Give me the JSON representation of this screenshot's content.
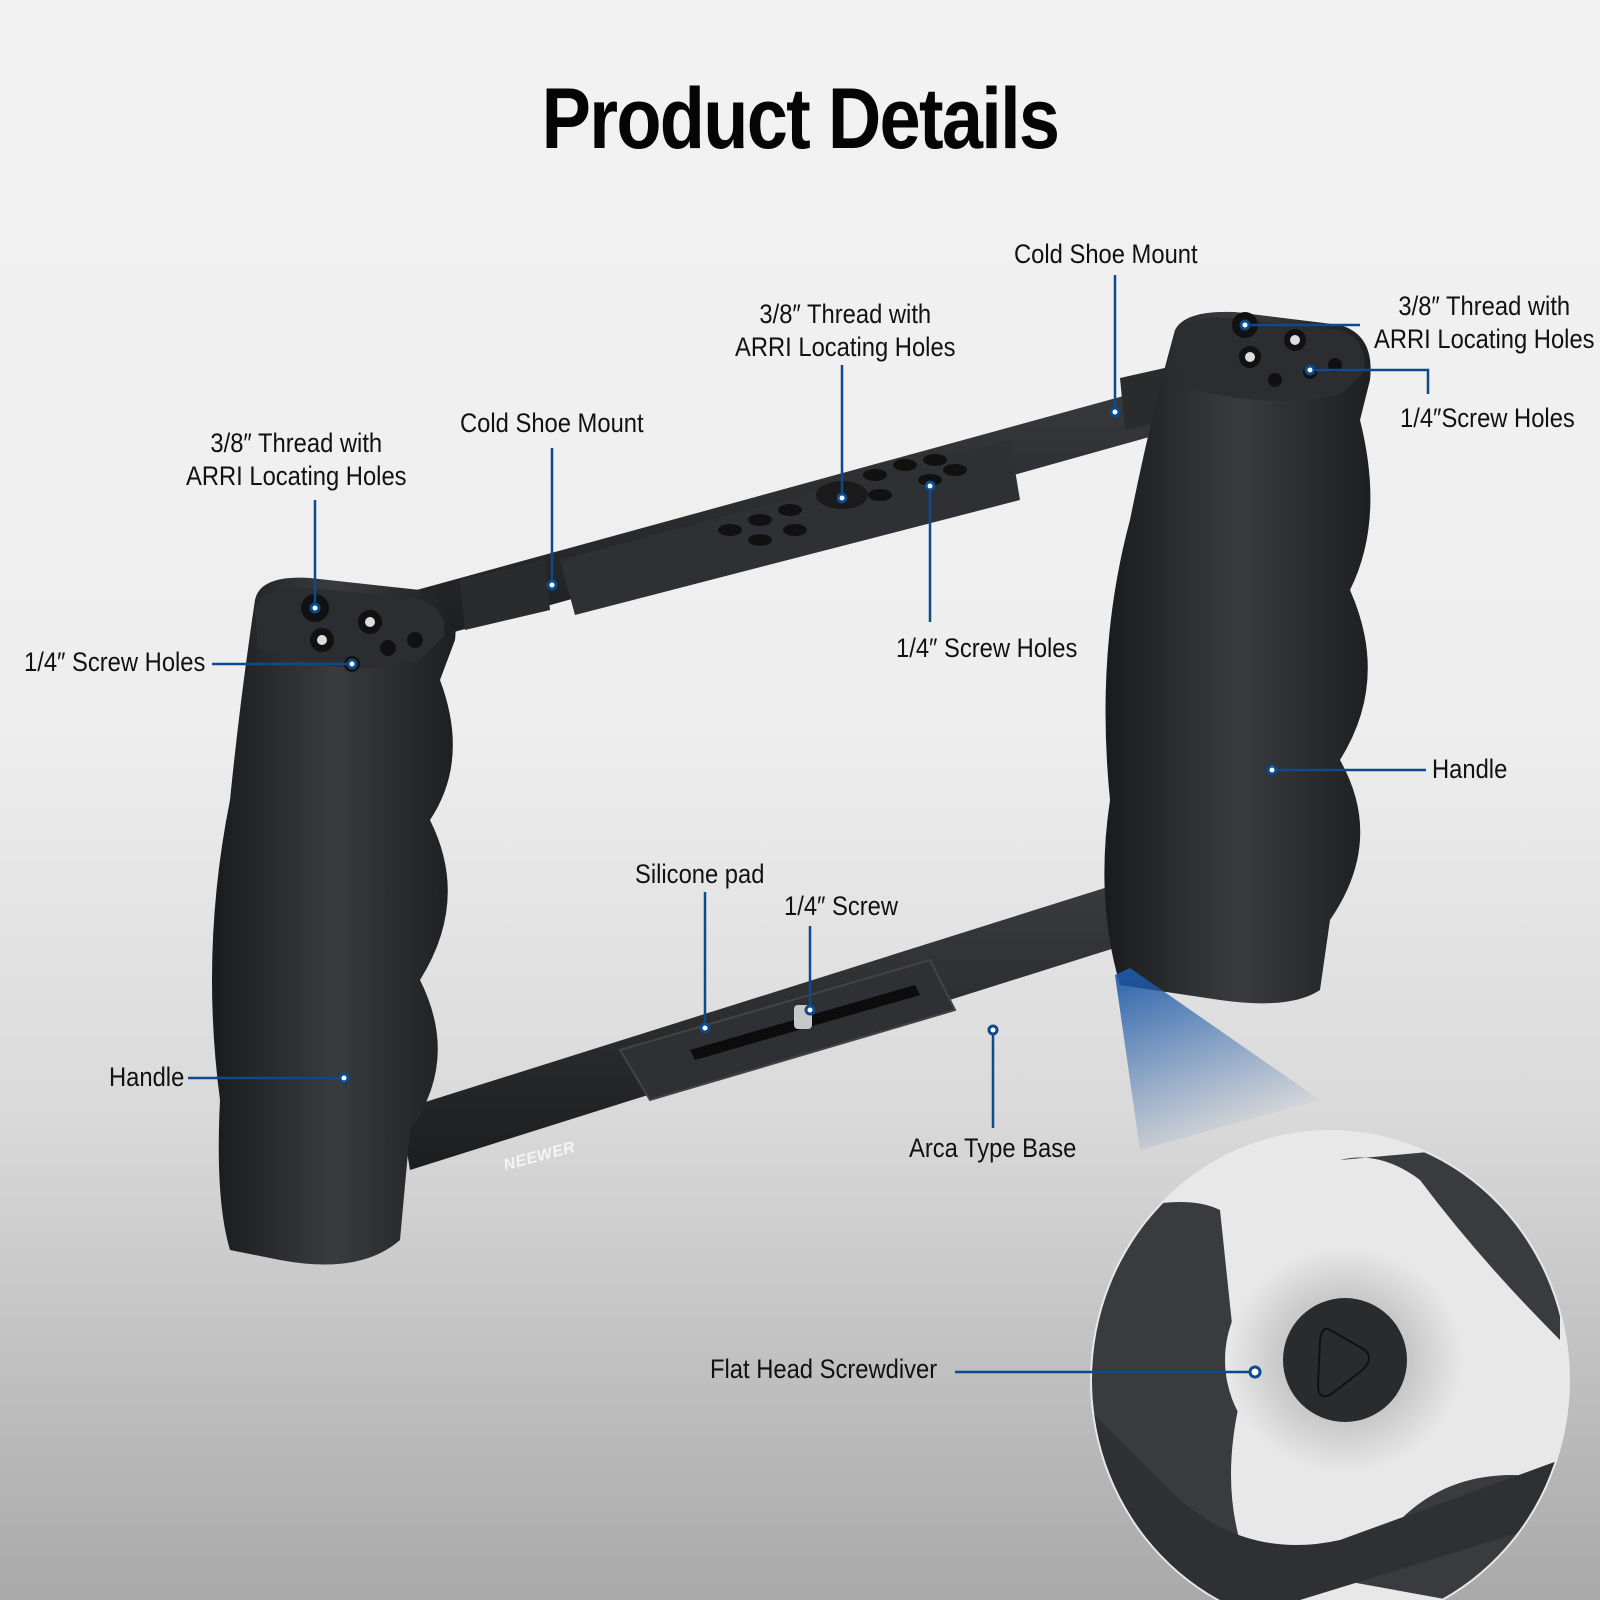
{
  "header": {
    "title": "Product Details"
  },
  "brand": {
    "logo_text": "NEEWER"
  },
  "colors": {
    "leader_line": "#0d4a8c",
    "product_body": "#2b2c2e",
    "background": "#efefef",
    "spotlight": "#1e5aa8"
  },
  "callouts": [
    {
      "id": "left-arri-thread",
      "line1": "3/8″ Thread with",
      "line2": "ARRI Locating Holes"
    },
    {
      "id": "left-cold-shoe",
      "line1": "Cold Shoe Mount"
    },
    {
      "id": "left-screw-holes",
      "line1": "1/4″ Screw Holes"
    },
    {
      "id": "top-arri-thread",
      "line1": "3/8″ Thread with",
      "line2": "ARRI Locating Holes"
    },
    {
      "id": "top-screw-holes",
      "line1": "1/4″ Screw Holes"
    },
    {
      "id": "right-cold-shoe",
      "line1": "Cold Shoe Mount"
    },
    {
      "id": "right-arri-thread",
      "line1": "3/8″ Thread with",
      "line2": "ARRI Locating Holes"
    },
    {
      "id": "right-screw-holes",
      "line1": "1/4″Screw Holes"
    },
    {
      "id": "right-handle",
      "line1": "Handle"
    },
    {
      "id": "left-handle",
      "line1": "Handle"
    },
    {
      "id": "silicone-pad",
      "line1": "Silicone pad"
    },
    {
      "id": "screw",
      "line1": "1/4″ Screw"
    },
    {
      "id": "arca-base",
      "line1": "Arca Type Base"
    },
    {
      "id": "flat-head-screwdriver",
      "line1": "Flat Head Screwdiver"
    }
  ]
}
